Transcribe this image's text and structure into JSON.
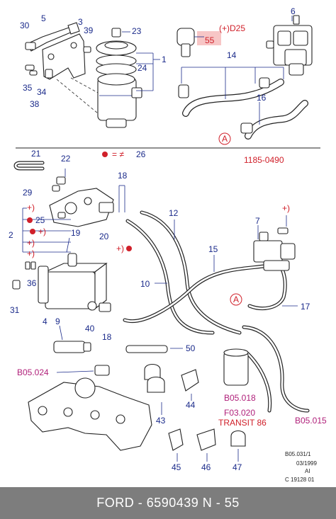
{
  "callouts": {
    "c30": "30",
    "c5": "5",
    "c3": "3",
    "c39": "39",
    "c35": "35",
    "c34": "34",
    "c38": "38",
    "c23": "23",
    "c1": "1",
    "c24": "24",
    "c55": "55",
    "d25": "(+)D25",
    "c6": "6",
    "c14": "14",
    "c16": "16",
    "a_top": "A",
    "ref_code": "1185-0490",
    "c21": "21",
    "c22": "22",
    "c26": "26",
    "c18a": "18",
    "c29": "29",
    "plus1": "+)",
    "c25": "25",
    "plus2": "+)",
    "c2": "2",
    "plus3": "+)",
    "plus4": "+)",
    "c19": "19",
    "c20": "20",
    "plus5": "+)",
    "c12": "12",
    "c7": "7",
    "plus6": "+)",
    "c15": "15",
    "c10": "10",
    "c36": "36",
    "c31": "31",
    "c4": "4",
    "a_mid": "A",
    "c17": "17",
    "c9": "9",
    "c40": "40",
    "c18b": "18",
    "c50": "50",
    "b05024": "B05.024",
    "c44": "44",
    "c43": "43",
    "b05018": "B05.018",
    "f03020": "F03.020",
    "transit": "TRANSIT 86",
    "b05015": "B05.015",
    "c45": "45",
    "c46": "46",
    "c47": "47",
    "b05031": "B05.031/1",
    "date": "03/1999",
    "ai": "AI",
    "c19128": "C 19128 01"
  },
  "colors": {
    "callout": "#1a2a8a",
    "red": "#d0202a",
    "magenta": "#b0207a",
    "footer_bg": "#7d7d7d",
    "highlight": "#f7c6c6"
  },
  "footer": {
    "text": "FORD - 6590439     N - 55"
  }
}
